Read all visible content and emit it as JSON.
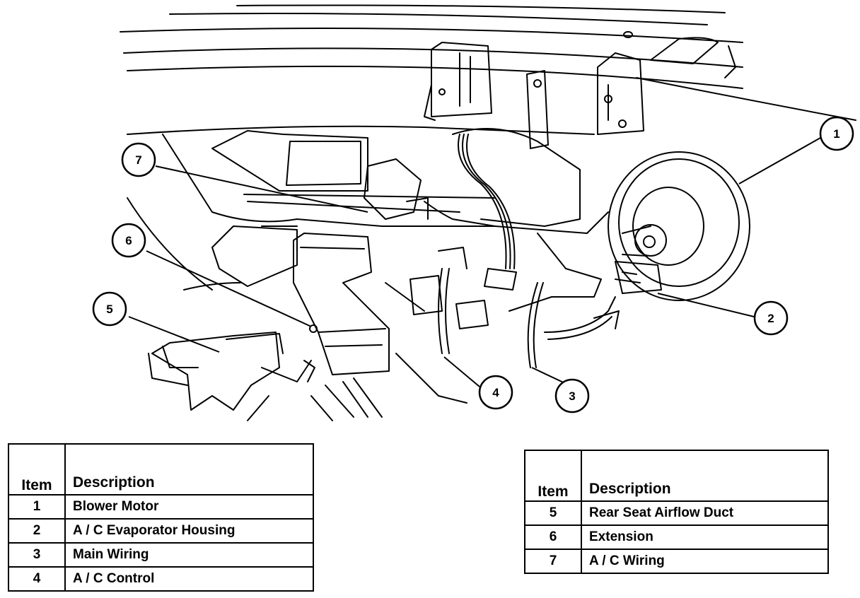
{
  "callouts": [
    "1",
    "2",
    "3",
    "4",
    "5",
    "6",
    "7"
  ],
  "legend_left": {
    "header_item": "Item",
    "header_description": "Description",
    "rows": [
      {
        "item": "1",
        "description": "Blower Motor"
      },
      {
        "item": "2",
        "description": "A / C Evaporator Housing"
      },
      {
        "item": "3",
        "description": "Main Wiring"
      },
      {
        "item": "4",
        "description": "A / C Control"
      }
    ]
  },
  "legend_right": {
    "header_item": "Item",
    "header_description": "Description",
    "rows": [
      {
        "item": "5",
        "description": "Rear Seat Airflow Duct"
      },
      {
        "item": "6",
        "description": "Extension"
      },
      {
        "item": "7",
        "description": "A / C Wiring"
      }
    ]
  }
}
